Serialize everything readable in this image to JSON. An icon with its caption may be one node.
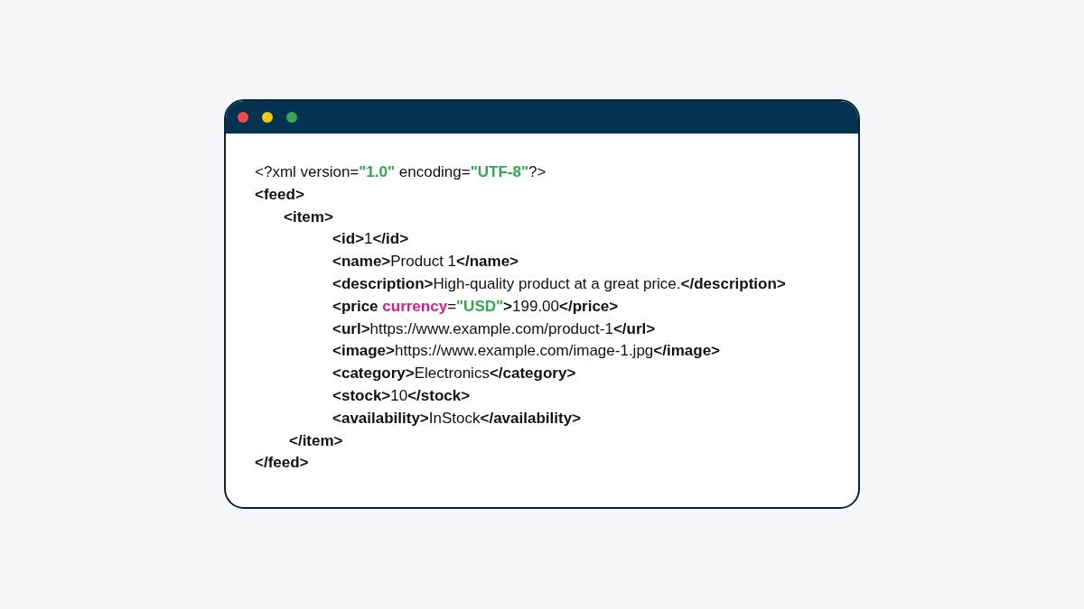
{
  "diagram": {
    "labels": [
      "<?xml version=\"1.0\" encoding=\"UTF-8\"?>",
      "**<feed>**",
      "**<item>**",
      "**<id>**1**</id>**",
      "**<name>**Product 1**</name>**",
      "**<description>**High-quality product at a great price.**</description>**",
      "**<price currency**=\"USD\"**>**199.00**</price>**",
      "**<url>**https://www.example.com/product-1**</url>**",
      "**<image>**https://www.example.com/image-1.jpg**</image>**",
      "**<category>**Electronics**</category>**",
      "**<stock>**10**</stock>**",
      "**<availability>**InStock**</availability>**",
      "**</item>**",
      "**</feed>**"
    ]
  }
}
